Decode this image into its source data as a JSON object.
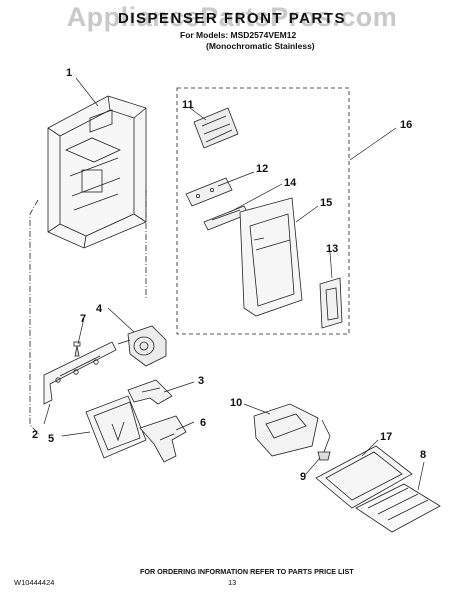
{
  "header": {
    "watermark": "AppliancePartsPros.com",
    "title": "DISPENSER FRONT PARTS",
    "models_line": "For Models: MSD2574VEM12",
    "variant_line": "(Monochromatic Stainless)"
  },
  "callouts": [
    "1",
    "2",
    "3",
    "4",
    "5",
    "6",
    "7",
    "8",
    "9",
    "10",
    "11",
    "12",
    "13",
    "14",
    "15",
    "16",
    "17"
  ],
  "footer": {
    "order_info": "FOR ORDERING INFORMATION REFER TO PARTS PRICE LIST",
    "doc_number": "W10444424",
    "page_number": "13"
  }
}
